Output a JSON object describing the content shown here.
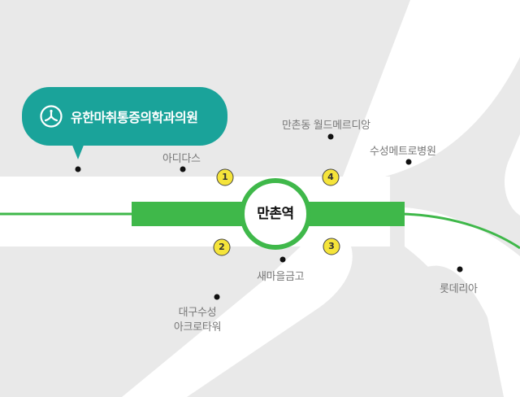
{
  "map": {
    "station": {
      "name": "만촌역"
    },
    "exits": [
      {
        "number": "1"
      },
      {
        "number": "2"
      },
      {
        "number": "3"
      },
      {
        "number": "4"
      }
    ],
    "clinic": {
      "name": "유한마취통증의학과의원",
      "icon": "clinic-logo-icon"
    },
    "landmarks": {
      "adidas": "아디다스",
      "manchon_world": "만촌동 월드메르디앙",
      "suseong_metro": "수성메트로병원",
      "saemaeul": "새마을금고",
      "daegu_line1": "대구수성",
      "daegu_line2": "아크로타워",
      "lotte": "롯데리아"
    },
    "colors": {
      "background": "#e9e9e9",
      "road": "#ffffff",
      "line_green": "#3fb84a",
      "exit_yellow": "#f5e43a",
      "callout_teal": "#1aa39a"
    }
  }
}
